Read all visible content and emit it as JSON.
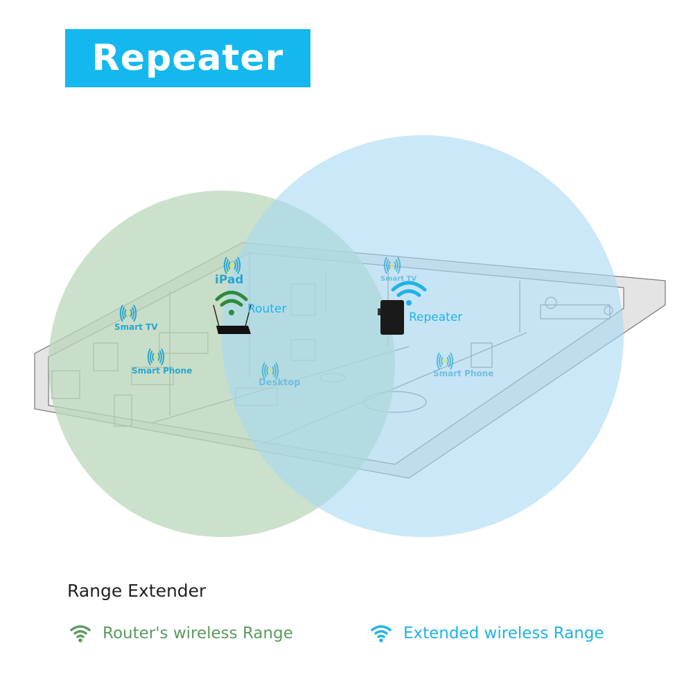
{
  "banner": {
    "title": "Repeater"
  },
  "colors": {
    "banner_bg": "#14b8ef",
    "router_range": "#c9dfc9",
    "extended_range": "#c7e6f7",
    "router_green": "#2e8b3a",
    "repeater_blue": "#1fb2ea",
    "device_label": "#2aa5cf"
  },
  "diagram": {
    "router": {
      "label": "Router",
      "icon": "wifi-icon"
    },
    "repeater": {
      "label": "Repeater",
      "icon": "wifi-icon"
    },
    "devices": [
      {
        "label": "iPad",
        "icon": "signal-icon",
        "zone": "router"
      },
      {
        "label": "Smart TV",
        "icon": "signal-icon",
        "zone": "router"
      },
      {
        "label": "Smart Phone",
        "icon": "signal-icon",
        "zone": "router"
      },
      {
        "label": "Desktop",
        "icon": "signal-icon",
        "zone": "overlap"
      },
      {
        "label": "Smart TV",
        "icon": "signal-icon",
        "zone": "extended"
      },
      {
        "label": "Smart Phone",
        "icon": "signal-icon",
        "zone": "extended"
      }
    ]
  },
  "legend": {
    "title": "Range Extender",
    "items": [
      {
        "label": "Router's wireless Range",
        "color": "#5a9a60",
        "icon": "wifi-icon"
      },
      {
        "label": "Extended wireless Range",
        "color": "#1fb2ea",
        "icon": "wifi-icon"
      }
    ]
  }
}
